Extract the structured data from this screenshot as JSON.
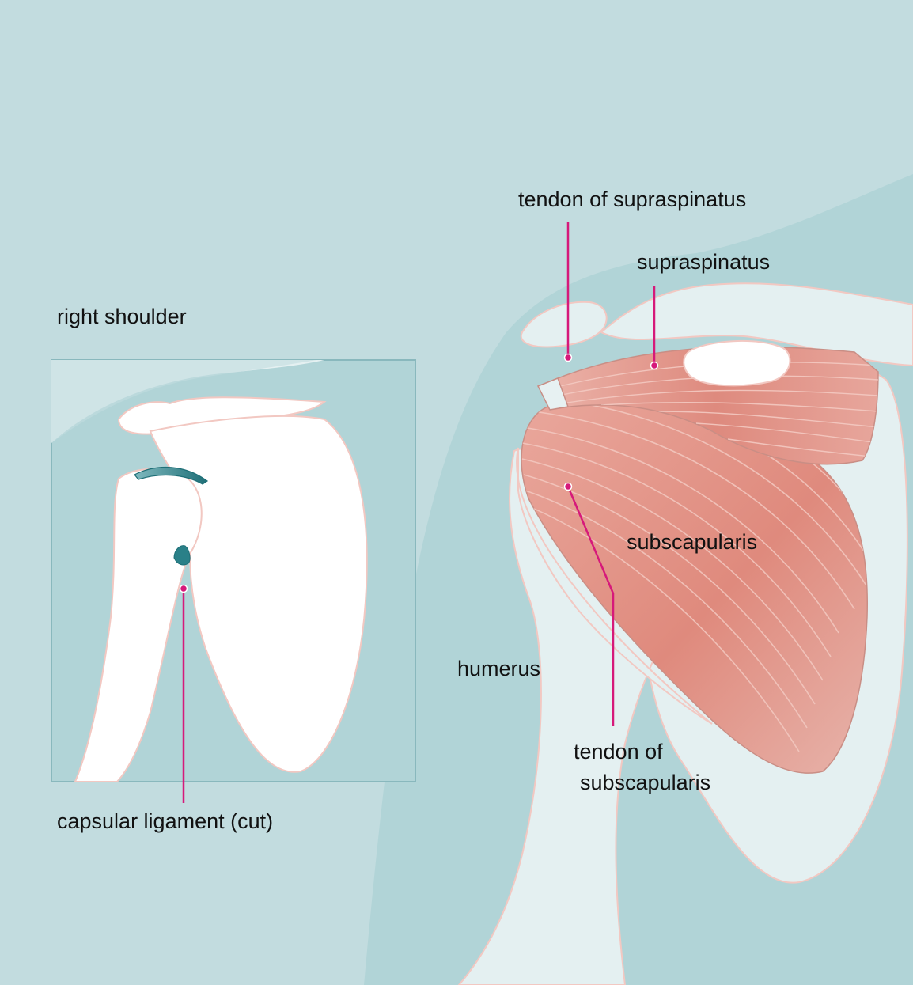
{
  "labels": {
    "right_shoulder": "right shoulder",
    "capsular_ligament": "capsular ligament (cut)",
    "tendon_supraspinatus": "tendon of supraspinatus",
    "supraspinatus": "supraspinatus",
    "subscapularis": "subscapularis",
    "humerus": "humerus",
    "tendon_subscapularis_line1": "tendon of",
    "tendon_subscapularis_line2": "subscapularis"
  },
  "colors": {
    "background": "#c2dcdf",
    "body_silhouette": "#b1d4d7",
    "bone": "#ffffff",
    "bone_outline": "#f2c8c2",
    "muscle": "#e08a7e",
    "ligament": "#2a8088",
    "leader_line": "#d6197a"
  }
}
